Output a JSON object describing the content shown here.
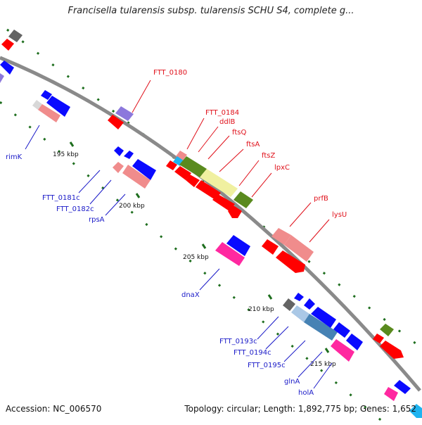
{
  "title": "Francisella tularensis subsp. tularensis SCHU S4, complete g...",
  "footer": {
    "accession": "Accession: NC_006570",
    "stats": "Topology: circular; Length: 1,892,775 bp; Genes: 1,652"
  },
  "colors": {
    "red_label": "#e0101a",
    "blue_label": "#1a1ac8",
    "backbone": "#888888",
    "tick": "#1e6e1e",
    "gene_red": "#ff0000",
    "gene_blue": "#0a0aff",
    "gene_pink": "#f08c8c",
    "gene_olive": "#5a8a1e",
    "gene_yellow": "#f0f0a0",
    "gene_magenta": "#ff28a0",
    "gene_steelblue": "#4682b4",
    "gene_lightsteel": "#aac8e6",
    "gene_purple": "#8c78dc",
    "gene_gray": "#646464",
    "gene_cyan": "#1eb4f0"
  },
  "ticks": [
    "195 kbp",
    "200 kbp",
    "205 kbp",
    "210 kbp",
    "215 kbp"
  ],
  "labels_forward": [
    "FTT_0180",
    "FTT_0184",
    "ddlB",
    "ftsQ",
    "ftsA",
    "ftsZ",
    "lpxC",
    "prfB",
    "lysU"
  ],
  "labels_reverse": [
    "rimK",
    "FTT_0181c",
    "FTT_0182c",
    "rpsA",
    "dnaX",
    "FTT_0193c",
    "FTT_0194c",
    "FTT_0195c",
    "glnA",
    "holA"
  ]
}
